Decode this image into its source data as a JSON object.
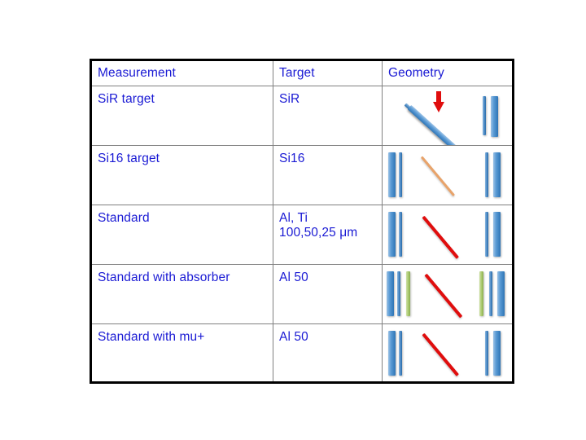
{
  "slide": {
    "background_color": "#ffffff",
    "text_color": "#1a1ad4"
  },
  "table": {
    "columns": [
      "Measurement",
      "Target",
      "Geometry"
    ],
    "rows": [
      {
        "measurement": "SiR target",
        "target": "SiR",
        "geometry": {
          "description": "tilted double target slab with red beam arrow and detector pair at right",
          "elements": [
            "diagonal-blue-bar-thin",
            "diagonal-blue-bar-wide",
            "red-down-arrow",
            "blue-bar-thin",
            "blue-bar-wide"
          ]
        }
      },
      {
        "measurement": "Si16 target",
        "target": "Si16",
        "geometry": {
          "description": "detector pair left, orange diagonal target, detector pair right",
          "elements": [
            "blue-bar-wide",
            "blue-bar-thin",
            "orange-diagonal-target",
            "blue-bar-thin",
            "blue-bar-wide"
          ]
        }
      },
      {
        "measurement": "Standard",
        "target": "Al, Ti\n100,50,25 μm",
        "geometry": {
          "description": "detector pair left, red diagonal target, detector pair right",
          "elements": [
            "blue-bar-wide",
            "blue-bar-thin",
            "red-diagonal-target",
            "blue-bar-thin",
            "blue-bar-wide"
          ]
        }
      },
      {
        "measurement": "Standard with absorber",
        "target": "Al 50",
        "geometry": {
          "description": "detector pair plus green absorber on each side, red diagonal target",
          "elements": [
            "blue-bar-wide",
            "blue-bar-thin",
            "green-absorber-bar",
            "red-diagonal-target",
            "green-absorber-bar",
            "blue-bar-thin",
            "blue-bar-wide"
          ]
        }
      },
      {
        "measurement": "Standard with mu+",
        "target": "Al 50",
        "geometry": {
          "description": "detector pair left, red diagonal target, detector pair right",
          "elements": [
            "blue-bar-wide",
            "blue-bar-thin",
            "red-diagonal-target",
            "blue-bar-thin",
            "blue-bar-wide"
          ]
        }
      }
    ]
  },
  "legend_colors": {
    "detector_blue": "#5b9bd5",
    "absorber_green": "#a9c96d",
    "beam_red": "#e00d0d",
    "target_orange": "#e8a36a",
    "text_blue": "#1a1ad4",
    "border_black": "#000000"
  }
}
